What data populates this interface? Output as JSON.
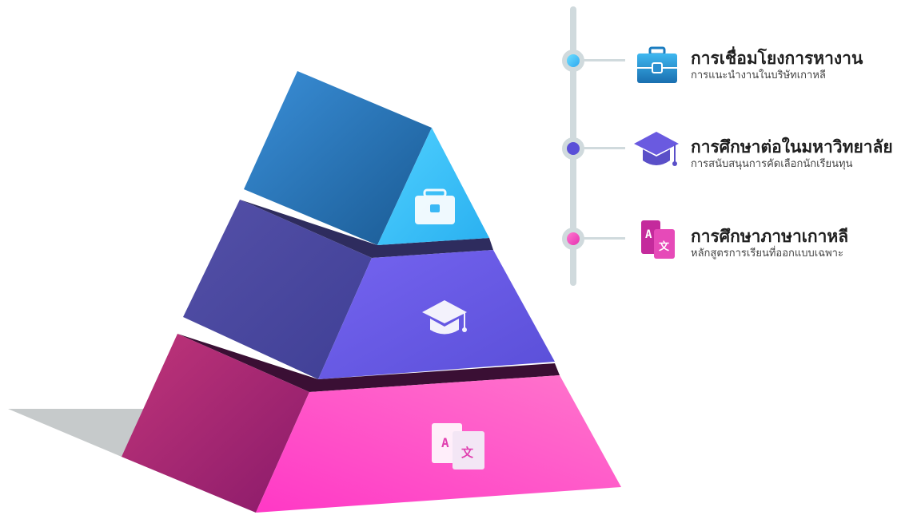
{
  "colors": {
    "job": "#2f8fd6",
    "university": "#6a5ae0",
    "korean": "#e63ab8",
    "timeline": "#d0dadd"
  },
  "items": [
    {
      "icon": "briefcase-icon",
      "title": "การเชื่อมโยงการหางาน",
      "subtitle": "การแนะนำงานในบริษัทเกาหลี"
    },
    {
      "icon": "graduation-cap-icon",
      "title": "การศึกษาต่อในมหาวิทยาลัย",
      "subtitle": "การสนับสนุนการคัดเลือกนักเรียนทุน"
    },
    {
      "icon": "translate-icon",
      "title": "การศึกษาภาษาเกาหลี",
      "subtitle": "หลักสูตรการเรียนที่ออกแบบเฉพาะ"
    }
  ],
  "translate_glyphs": {
    "latin": "A",
    "other": "文"
  }
}
